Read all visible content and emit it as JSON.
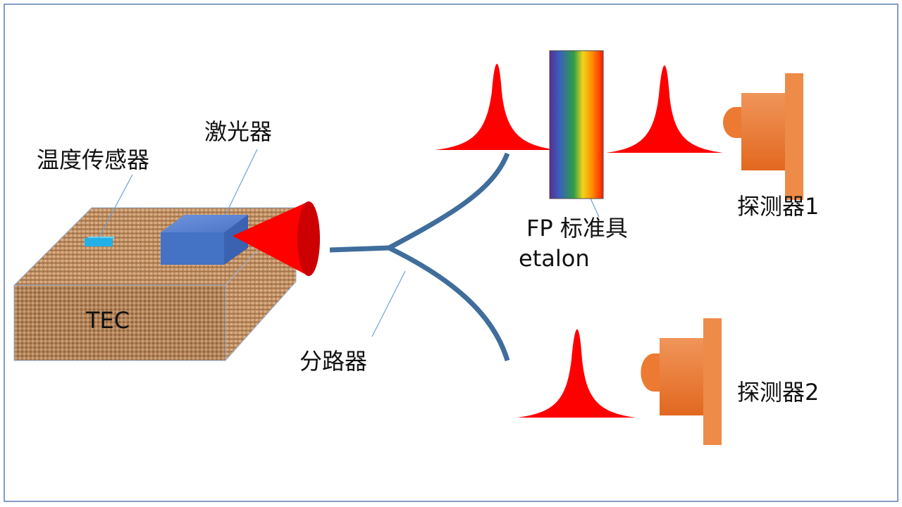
{
  "labels": {
    "temperature_sensor": "温度传感器",
    "laser": "激光器",
    "tec": "TEC",
    "splitter": "分路器",
    "fp_etalon_cn": "FP 标准具",
    "fp_etalon_en": "etalon",
    "detector_1": "探测器1",
    "detector_2": "探测器2"
  },
  "colors": {
    "frame_border": "#5b7db6",
    "fiber": "#3f6d9c",
    "pulse": "#ff0000",
    "laser_body": "#4472c4",
    "sensor": "#22b0e6",
    "detector": "#ed7d31",
    "tec_texture": "#b07a48"
  },
  "etalon_gradient": [
    "#5a2d91",
    "#3a5fbf",
    "#2e9d46",
    "#f2d31b",
    "#ff8a00",
    "#ff1a00"
  ]
}
